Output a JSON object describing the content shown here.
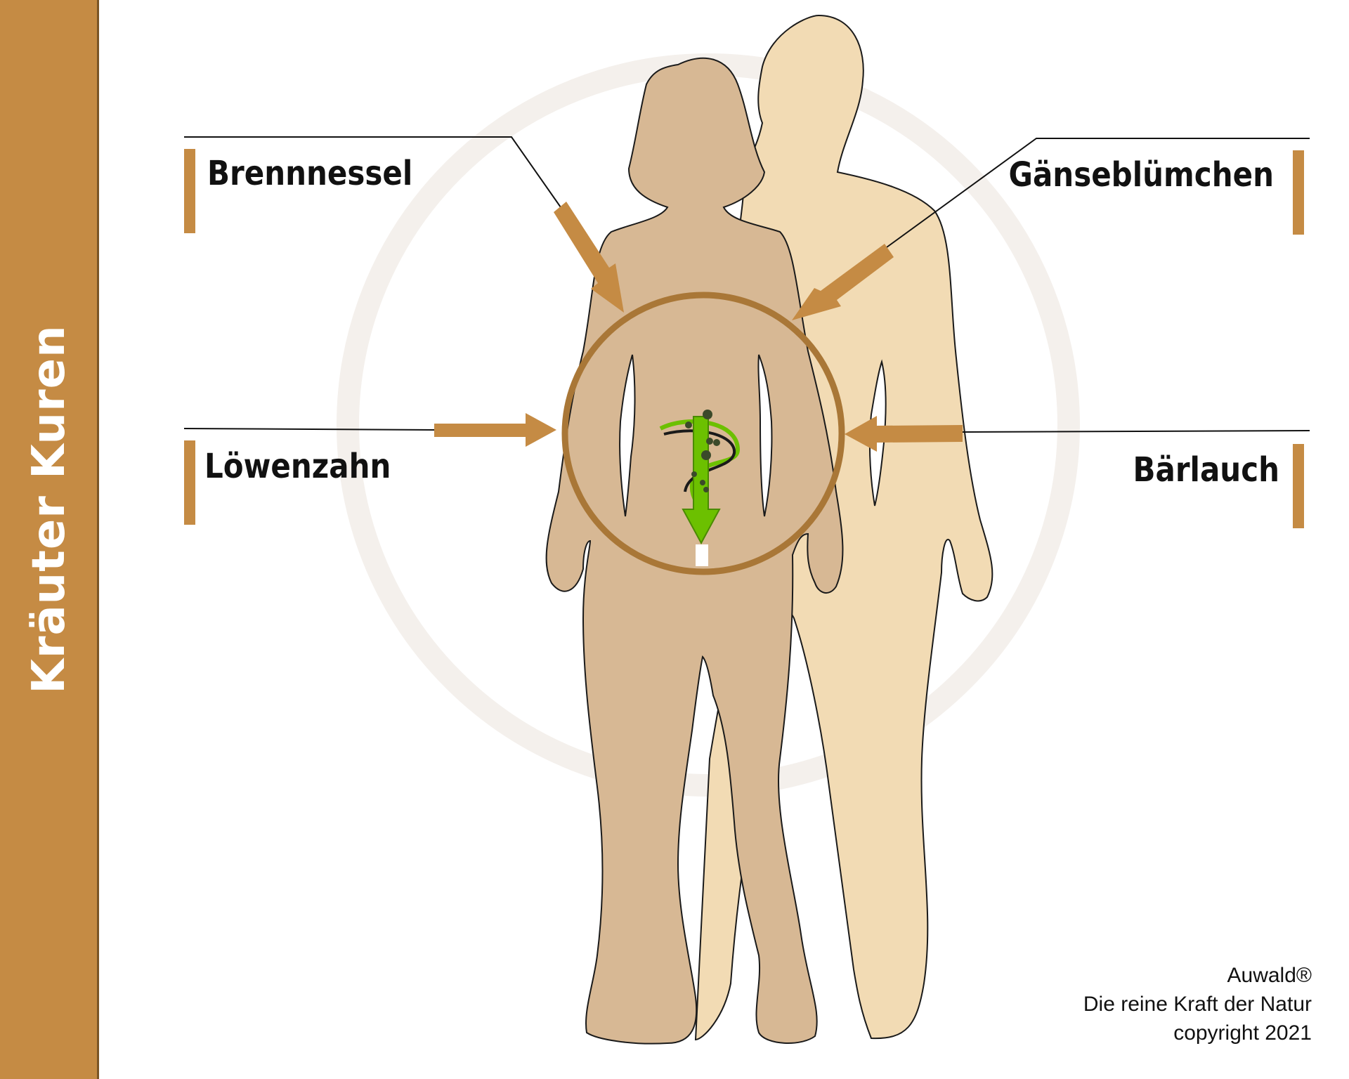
{
  "sidebar": {
    "title": "Kräuter Kuren"
  },
  "herbs": {
    "top_left": "Brennnessel",
    "top_right": "Gänseblümchen",
    "mid_left": "Löwenzahn",
    "mid_right": "Bärlauch"
  },
  "footer": {
    "brand": "Auwald®",
    "slogan": "Die reine Kraft der Natur",
    "copyright": "copyright 2021"
  },
  "colors": {
    "accent": "#c58b44",
    "body_front": "#d7b894",
    "body_back": "#f2dbb4",
    "ring": "#a97737",
    "arrow_green": "#6cc000"
  }
}
